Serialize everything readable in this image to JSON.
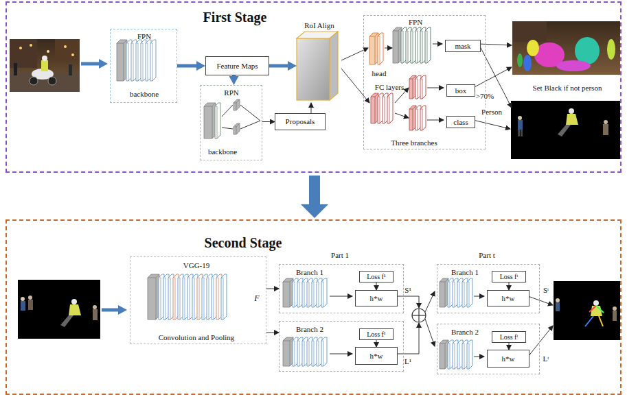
{
  "diagram": {
    "nodes": [
      {
        "text": [
          "First Stage"
        ]
      },
      {
        "text": [
          "FPN",
          "backbone"
        ],
        "in": 0
      },
      {
        "text": [
          "Feature Maps"
        ],
        "in": 0
      },
      {
        "text": [
          "RPN",
          "backbone"
        ],
        "in": 0
      },
      {
        "text": [
          "Proposals"
        ],
        "in": 0
      },
      {
        "text": [
          "RoI Align"
        ],
        "in": 0
      },
      {
        "text": [
          "FPN",
          "head",
          "FC layers",
          "Three branches"
        ],
        "in": 0
      },
      {
        "text": [
          "mask"
        ],
        "in": 6
      },
      {
        "text": [
          "box"
        ],
        "in": 6
      },
      {
        "text": [
          "class"
        ],
        "in": 6
      },
      {
        "text": [
          "Second Stage"
        ]
      },
      {
        "text": [
          "VGG-19",
          "Convolution and Pooling"
        ],
        "in": 10
      },
      {
        "text": [
          "Branch 1"
        ],
        "in": 10
      },
      {
        "text": [
          "Loss f¹"
        ],
        "in": 12
      },
      {
        "text": [
          "h*w"
        ],
        "in": 12
      },
      {
        "text": [
          "Branch 2"
        ],
        "in": 10
      },
      {
        "text": [
          "Loss f¹"
        ],
        "in": 15
      },
      {
        "text": [
          "h*w"
        ],
        "in": 15
      },
      {
        "text": [
          "Branch 1"
        ],
        "in": 10
      },
      {
        "text": [
          "Loss fᵗ"
        ],
        "in": 18
      },
      {
        "text": [
          "h*w"
        ],
        "in": 18
      },
      {
        "text": [
          "Branch 2"
        ],
        "in": 10
      },
      {
        "text": [
          "Loss fᵗ"
        ],
        "in": 21
      },
      {
        "text": [
          "h*w"
        ],
        "in": 21
      }
    ],
    "edges": [
      {
        "from": 1,
        "to": 2,
        "arrow": "to"
      },
      {
        "from": 2,
        "to": 3,
        "arrow": "to"
      },
      {
        "from": 3,
        "to": 4,
        "arrow": "to"
      },
      {
        "from": 4,
        "to": 5,
        "arrow": "to"
      },
      {
        "from": 2,
        "to": 5,
        "arrow": "to"
      },
      {
        "from": 11,
        "to": 12,
        "arrow": "to"
      },
      {
        "from": 11,
        "to": 15,
        "arrow": "to"
      },
      {
        "from": 13,
        "to": 14,
        "arrow": "to"
      },
      {
        "from": 16,
        "to": 17,
        "arrow": "to"
      },
      {
        "from": 19,
        "to": 20,
        "arrow": "to"
      },
      {
        "from": 22,
        "to": 23,
        "arrow": "to"
      }
    ],
    "labels": [
      ">70%",
      "Person",
      "Set Black if not person",
      "F",
      "Part 1",
      "S¹",
      "L¹",
      "Part t",
      "Sᵗ",
      "Lᵗ"
    ]
  }
}
